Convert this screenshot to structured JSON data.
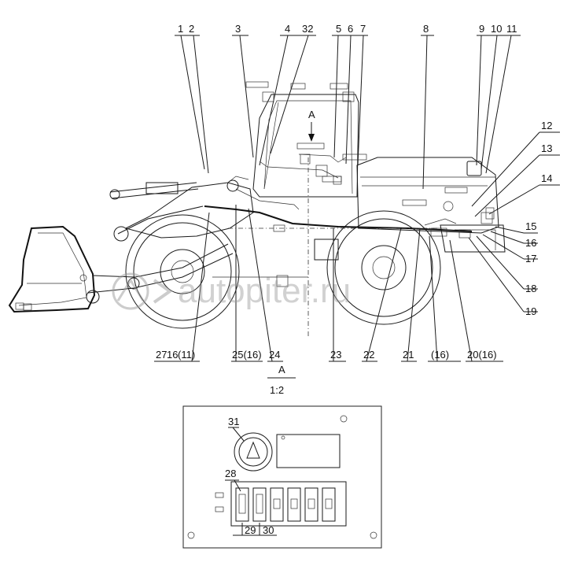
{
  "callouts_top": [
    {
      "id": "c1",
      "text": "1"
    },
    {
      "id": "c2",
      "text": "2"
    },
    {
      "id": "c3",
      "text": "3"
    },
    {
      "id": "c4",
      "text": "4"
    },
    {
      "id": "c32",
      "text": "32"
    },
    {
      "id": "c5",
      "text": "5"
    },
    {
      "id": "c6",
      "text": "6"
    },
    {
      "id": "c7",
      "text": "7"
    },
    {
      "id": "c8",
      "text": "8"
    },
    {
      "id": "c9",
      "text": "9"
    },
    {
      "id": "c10",
      "text": "10"
    },
    {
      "id": "c11",
      "text": "11"
    }
  ],
  "callouts_right": [
    {
      "id": "c12",
      "text": "12"
    },
    {
      "id": "c13",
      "text": "13"
    },
    {
      "id": "c14",
      "text": "14"
    },
    {
      "id": "c15",
      "text": "15"
    },
    {
      "id": "c16r",
      "text": "16"
    },
    {
      "id": "c17",
      "text": "17"
    },
    {
      "id": "c18",
      "text": "18"
    },
    {
      "id": "c19",
      "text": "19"
    }
  ],
  "callouts_bottom": [
    {
      "id": "c27",
      "text": "27"
    },
    {
      "id": "c16b",
      "text": "16"
    },
    {
      "id": "c11b",
      "text": "(11)"
    },
    {
      "id": "c25",
      "text": "25(16)"
    },
    {
      "id": "c24",
      "text": "24"
    },
    {
      "id": "c23",
      "text": "23"
    },
    {
      "id": "c22",
      "text": "22"
    },
    {
      "id": "c21",
      "text": "21"
    },
    {
      "id": "c16c",
      "text": "(16)"
    },
    {
      "id": "c20",
      "text": "20(16)"
    }
  ],
  "view_a_marker": "A",
  "detail": {
    "title": "A",
    "scale": "1:2",
    "callouts": [
      {
        "id": "c31",
        "text": "31"
      },
      {
        "id": "c28",
        "text": "28"
      },
      {
        "id": "c29",
        "text": "29"
      },
      {
        "id": "c30",
        "text": "30"
      }
    ]
  },
  "watermark": "autopiter.ru",
  "colors": {
    "line": "#1a1a1a",
    "watermark": "#9a9a9a",
    "background": "#ffffff"
  }
}
